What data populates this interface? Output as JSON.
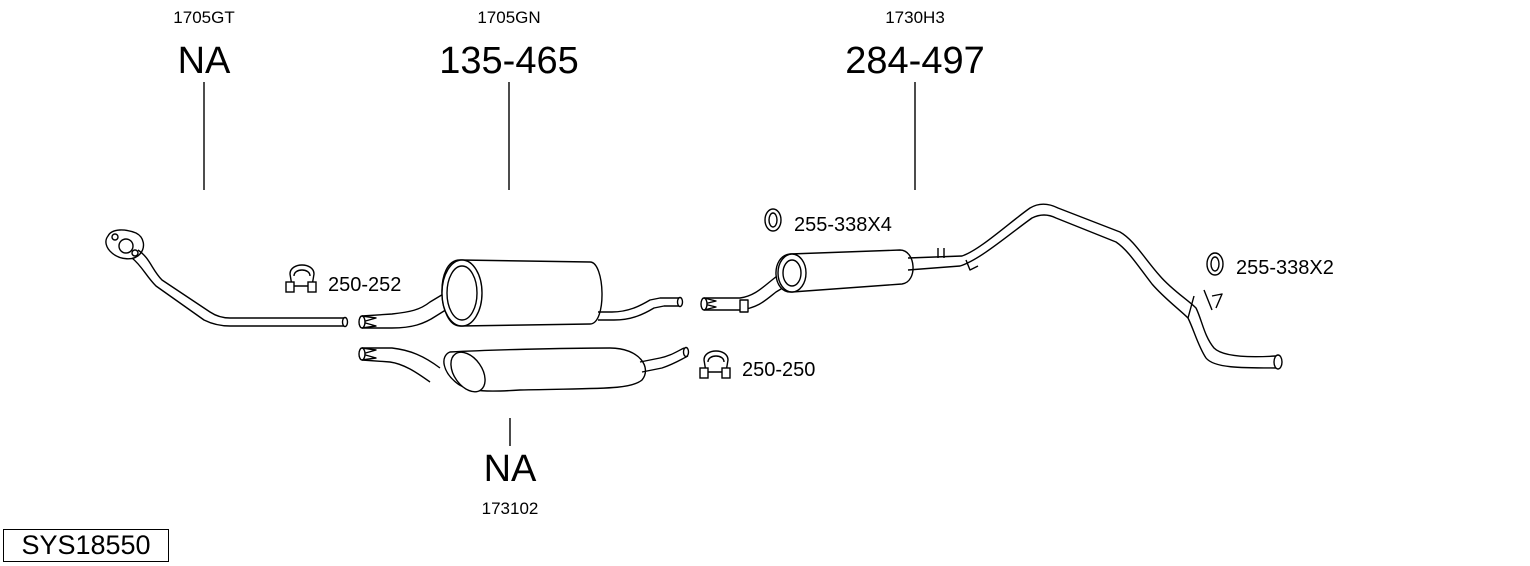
{
  "diagram": {
    "system_code": "SYS18550",
    "parts": [
      {
        "part_number": "1705GT",
        "reference": "NA"
      },
      {
        "part_number": "1705GN",
        "reference": "135-465"
      },
      {
        "part_number": "1730H3",
        "reference": "284-497"
      },
      {
        "part_number": "173102",
        "reference": "NA"
      }
    ],
    "accessories": [
      {
        "reference": "250-252",
        "icon": "clamp-icon"
      },
      {
        "reference": "255-338X4",
        "icon": "ring-icon"
      },
      {
        "reference": "250-250",
        "icon": "clamp-icon"
      },
      {
        "reference": "255-338X2",
        "icon": "ring-icon"
      }
    ]
  }
}
